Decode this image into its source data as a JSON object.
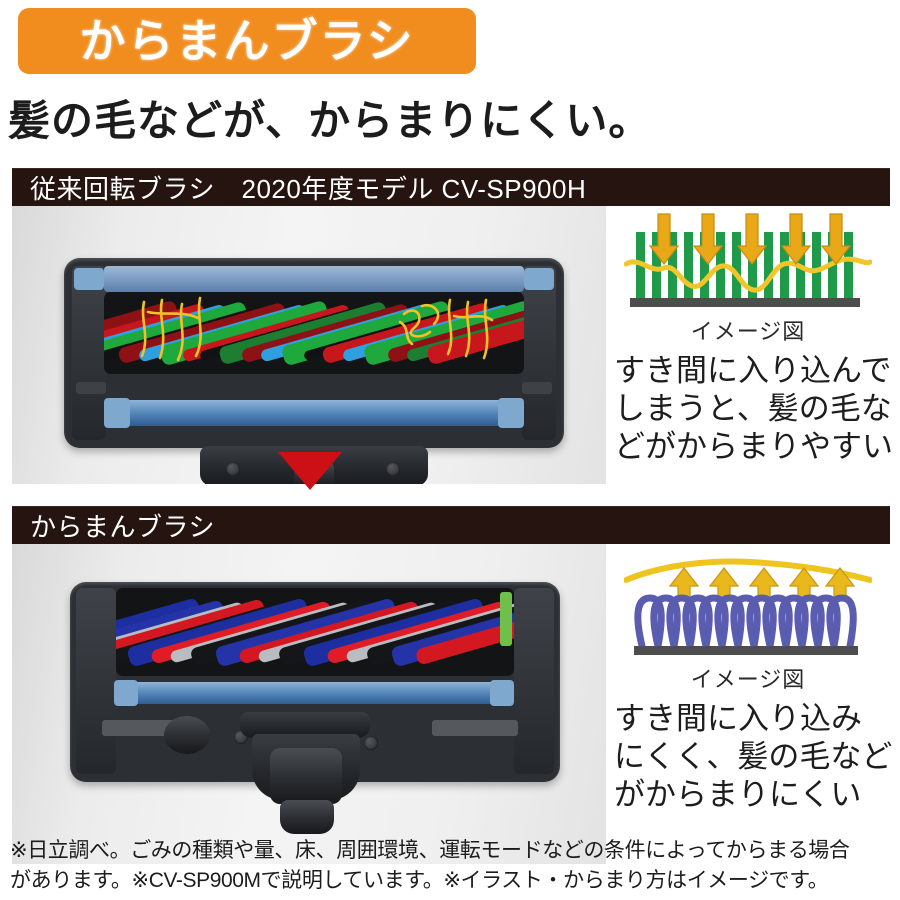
{
  "title": {
    "badge_label": "からまんブラシ",
    "badge_color": "#f18c1e",
    "badge_text_color": "#ffffff"
  },
  "subtitle": {
    "text": "髪の毛などが、からまりにくい。"
  },
  "sections": [
    {
      "id": "conventional",
      "bar_label": "従来回転ブラシ　2020年度モデル CV-SP900H",
      "bar_color": "#261410",
      "photo": {
        "alt_name": "conventional-rotating-brush-photo",
        "roller_colors": [
          "#1fa83c",
          "#8e1116",
          "#2f9fe0",
          "#c8161d",
          "#1d7e31",
          "#101214"
        ],
        "tangled_hair_color": "#f2c029"
      },
      "diagram": {
        "type": "straight-bristles",
        "bristle_color": "#1f9a4b",
        "bristle_count": 13,
        "arrow_color": "#e8a817",
        "arrow_count": 5,
        "arrow_direction": "down",
        "hair_color": "#f2c62a",
        "base_color": "#4d4d4d"
      },
      "image_caption": "イメージ図",
      "description_lines": [
        "すき間に入り込んで",
        "しまうと、髪の毛な",
        "どがからまりやすい"
      ]
    },
    {
      "id": "karaman",
      "bar_label": "からまんブラシ",
      "bar_color": "#261410",
      "photo": {
        "alt_name": "karaman-brush-photo",
        "roller_colors": [
          "#1d2fa0",
          "#d41822",
          "#b9bcc0",
          "#141619",
          "#2433a8",
          "#e01c26"
        ],
        "tangled_hair_color": "none"
      },
      "diagram": {
        "type": "looped-bristles",
        "bristle_color": "#5a5cb0",
        "bristle_count": 14,
        "arrow_color": "#e8b81c",
        "arrow_count": 5,
        "arrow_direction": "up",
        "hair_color": "#eec520",
        "base_color": "#4d4d4d"
      },
      "image_caption": "イメージ図",
      "description_lines": [
        "すき間に入り込み",
        "にくく、髪の毛など",
        "がからまりにくい"
      ]
    }
  ],
  "transition_arrow": {
    "name": "red-down-arrow",
    "color": "#cc1016"
  },
  "footnote": {
    "lines": [
      "※日立調べ。ごみの種類や量、床、周囲環境、運転モードなどの条件によってからまる場合",
      "があります。※CV-SP900Mで説明しています。※イラスト・からまり方はイメージです。"
    ]
  }
}
